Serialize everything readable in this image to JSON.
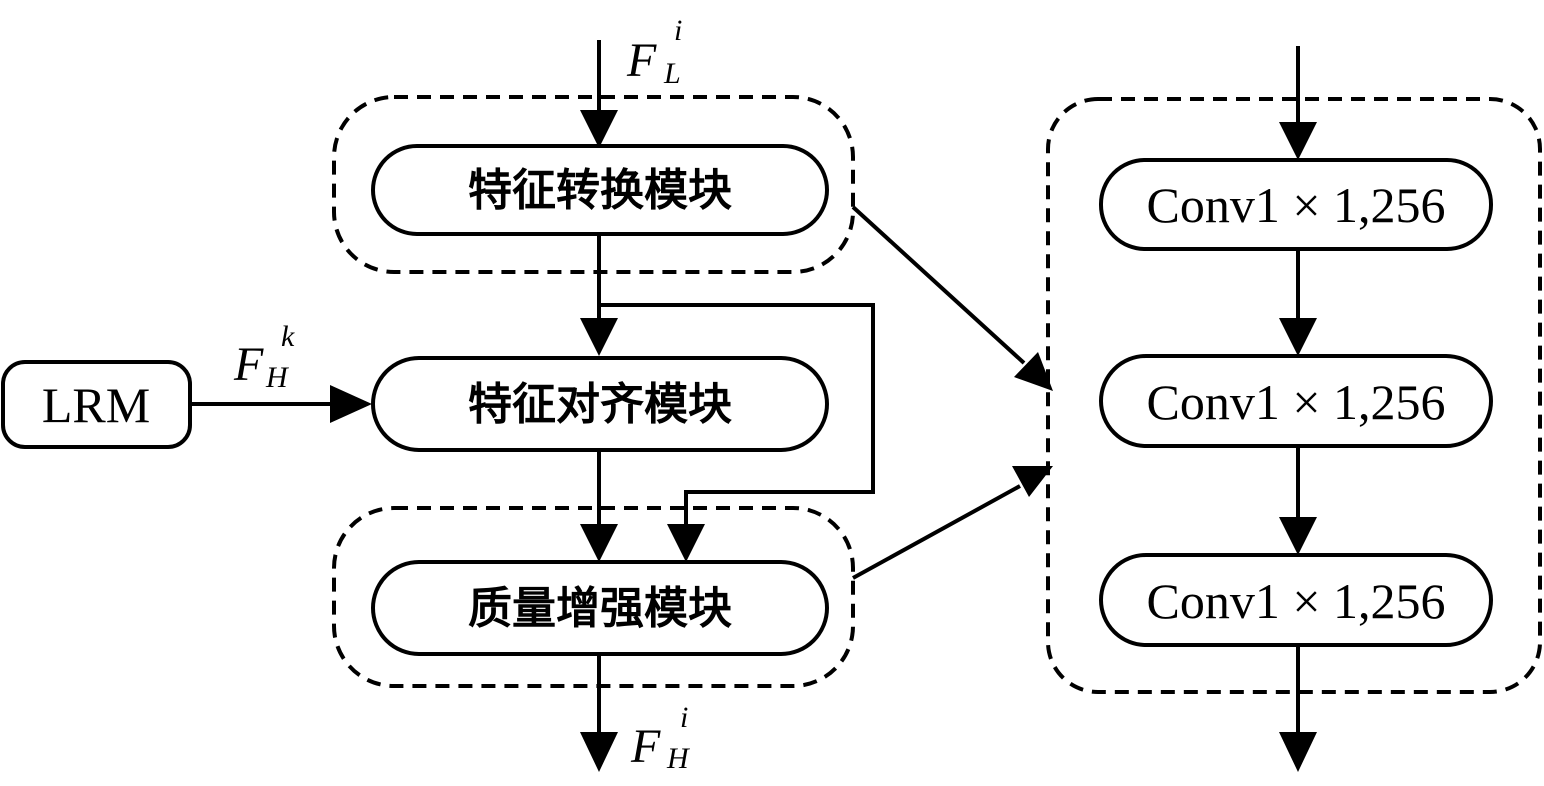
{
  "modules": {
    "feature_transform": "特征转换模块",
    "feature_align": "特征对齐模块",
    "quality_enhance": "质量增强模块",
    "lrm": "LRM"
  },
  "conv_blocks": [
    "Conv1 × 1,256",
    "Conv1 × 1,256",
    "Conv1 × 1,256"
  ],
  "labels": {
    "input_low": {
      "base": "F",
      "sub": "L",
      "sup": "i"
    },
    "input_high": {
      "base": "F",
      "sub": "H",
      "sup": "k"
    },
    "output_high": {
      "base": "F",
      "sub": "H",
      "sup": "i"
    }
  }
}
